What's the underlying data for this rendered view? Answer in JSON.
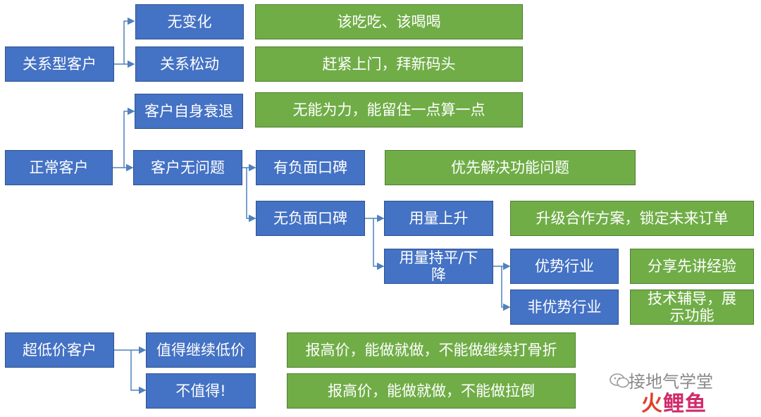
{
  "nodes": {
    "relationship_customer": "关系型客户",
    "no_change": "无变化",
    "relationship_loose": "关系松动",
    "normal_customer": "正常客户",
    "customer_decline": "客户自身衰退",
    "customer_no_problem": "客户无问题",
    "negative_feedback": "有负面口碑",
    "no_negative_feedback": "无负面口碑",
    "usage_up": "用量上升",
    "usage_flat_down": "用量持平/下降",
    "advantage_industry": "优势行业",
    "non_advantage_industry": "非优势行业",
    "ultra_low_customer": "超低价客户",
    "worth_low_price": "值得继续低价",
    "not_worth": "不值得!"
  },
  "actions": {
    "no_change": "该吃吃、该喝喝",
    "relationship_loose": "赶紧上门，拜新码头",
    "customer_decline": "无能为力，能留住一点算一点",
    "negative_feedback": "优先解决功能问题",
    "usage_up": "升级合作方案，锁定未来订单",
    "advantage_industry": "分享先讲经验",
    "non_advantage_industry": "技术辅导，展示功能",
    "worth_low_price": "报高价，能做就做，不能做继续打骨折",
    "not_worth": "报高价，能做就做，不能做拉倒"
  },
  "watermark": {
    "text": "接地气学堂",
    "logo_a": "火",
    "logo_b": "鲤鱼"
  },
  "colors": {
    "node_blue": "#4472c4",
    "action_green": "#70ad47",
    "connector": "#4f81bd"
  }
}
